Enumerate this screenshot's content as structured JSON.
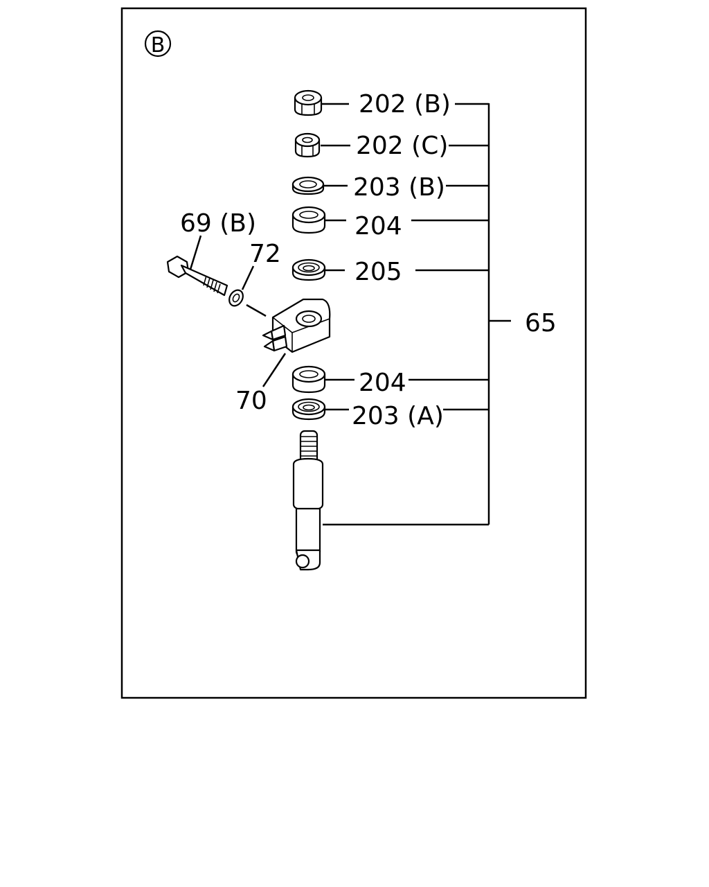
{
  "section_marker": "B",
  "assembly": {
    "label": "65"
  },
  "callouts": {
    "nut_202b": "202 (B)",
    "nut_202c": "202 (C)",
    "washer_203b": "203 (B)",
    "bushing_204_upper": "204",
    "washer_205": "205",
    "bushing_204_lower": "204",
    "washer_203a": "203 (A)",
    "bolt_69b": "69 (B)",
    "washer_72": "72",
    "bracket_70": "70"
  },
  "colors": {
    "line": "#000000",
    "background": "#ffffff"
  }
}
